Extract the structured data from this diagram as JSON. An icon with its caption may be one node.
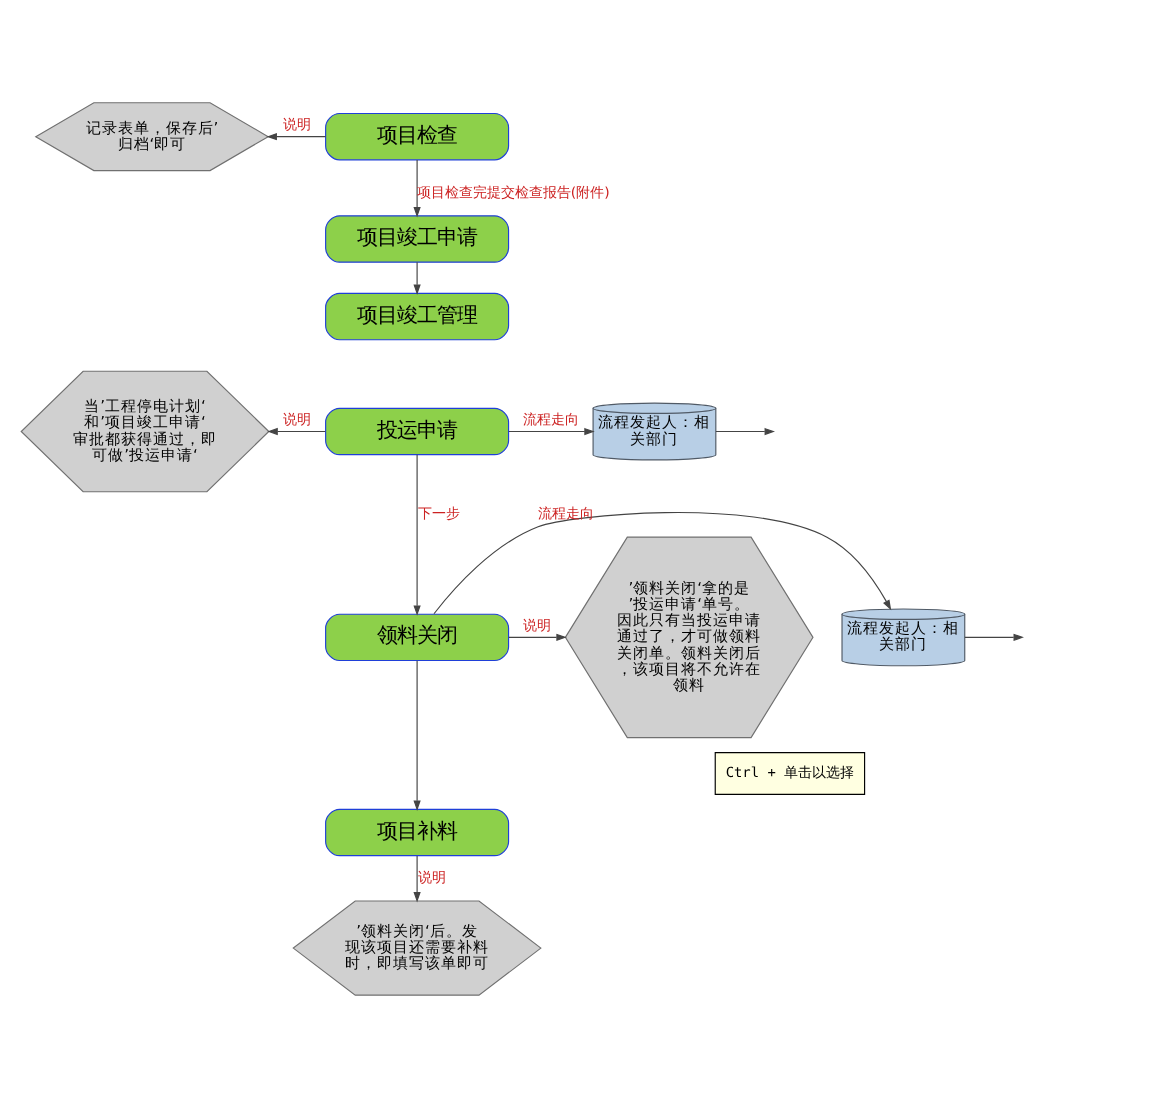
{
  "diagram": {
    "nodes": [
      {
        "text": [
          "项目检查"
        ]
      },
      {
        "text": [
          "记录表单，保存后’归档‘即可"
        ]
      },
      {
        "text": [
          "项目竣工申请"
        ]
      },
      {
        "text": [
          "项目竣工管理"
        ]
      },
      {
        "text": [
          "投运申请"
        ]
      },
      {
        "text": [
          "当’工程停电计划‘和’项目竣工申请‘审批都获得通过，即可做’投运申请‘"
        ]
      },
      {
        "text": [
          "流程发起人：相关部门"
        ]
      },
      {
        "text": [
          "领料关闭"
        ]
      },
      {
        "text": [
          "’领料关闭‘拿的是’投运申请‘单号。因此只有当投运申请通过了，才可做领料关闭单。领料关闭后，该项目将不允许在领料"
        ]
      },
      {
        "text": [
          "流程发起人：相关部门"
        ]
      },
      {
        "text": [
          "项目补料"
        ]
      },
      {
        "text": [
          "’领料关闭‘后。发现该项目还需要补料时，即填写该单即可"
        ]
      }
    ],
    "edges": [
      {
        "from": 0,
        "to": 1,
        "arrow": "to",
        "label": "说明"
      },
      {
        "from": 0,
        "to": 2,
        "arrow": "to",
        "label": "项目检查完提交检查报告(附件)"
      },
      {
        "from": 2,
        "to": 3,
        "arrow": "to"
      },
      {
        "from": 4,
        "to": 5,
        "arrow": "to",
        "label": "说明"
      },
      {
        "from": 4,
        "to": 6,
        "arrow": "to",
        "label": "流程走向"
      },
      {
        "from": 6,
        "to": null,
        "arrow": "to"
      },
      {
        "from": 4,
        "to": 7,
        "arrow": "to",
        "label": "下一步"
      },
      {
        "from": 7,
        "to": 8,
        "arrow": "to",
        "label": "说明"
      },
      {
        "from": 7,
        "to": 9,
        "arrow": "to",
        "label": "流程走向"
      },
      {
        "from": 9,
        "to": null,
        "arrow": "to"
      },
      {
        "from": 7,
        "to": 10,
        "arrow": "to"
      },
      {
        "from": 10,
        "to": 11,
        "arrow": "to",
        "label": "说明"
      }
    ],
    "labels": [
      "Ctrl + 单击以选择"
    ]
  }
}
